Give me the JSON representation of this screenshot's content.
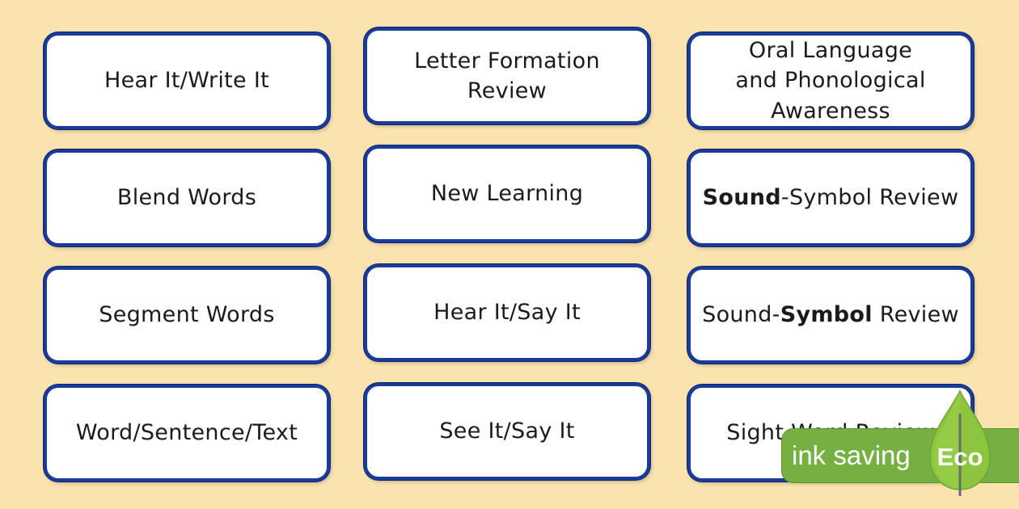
{
  "cards": [
    {
      "id": "hear-it-write-it",
      "lines": [
        "Hear It/Write It"
      ]
    },
    {
      "id": "letter-formation-review",
      "lines": [
        "Letter Formation",
        "Review"
      ]
    },
    {
      "id": "oral-language",
      "lines": [
        "Oral Language",
        "and Phonological",
        "Awareness"
      ]
    },
    {
      "id": "blend-words",
      "lines": [
        "Blend Words"
      ]
    },
    {
      "id": "new-learning",
      "lines": [
        "New Learning"
      ]
    },
    {
      "id": "sound-symbol-review-1",
      "bold": "Sound",
      "rest": "-Symbol Review"
    },
    {
      "id": "segment-words",
      "lines": [
        "Segment Words"
      ]
    },
    {
      "id": "hear-it-say-it",
      "lines": [
        "Hear It/Say It"
      ]
    },
    {
      "id": "sound-symbol-review-2",
      "pre": "Sound-",
      "bold": "Symbol",
      "post": " Review"
    },
    {
      "id": "word-sentence-text",
      "lines": [
        "Word/Sentence/Text"
      ]
    },
    {
      "id": "see-it-say-it",
      "lines": [
        "See It/Say It"
      ]
    },
    {
      "id": "sight-word-review",
      "lines": [
        "Sight Word Review"
      ]
    }
  ],
  "eco_badge": {
    "banner_text": "ink saving",
    "leaf_text": "Eco",
    "colors": {
      "banner": "#76b043",
      "leaf": "#8cc63f",
      "leaf_dark": "#5f9a2c"
    }
  },
  "colors": {
    "background": "#fbe3b0",
    "card_border": "#1a3b9a",
    "card_fill": "#ffffff",
    "text": "#1b1b1b"
  }
}
